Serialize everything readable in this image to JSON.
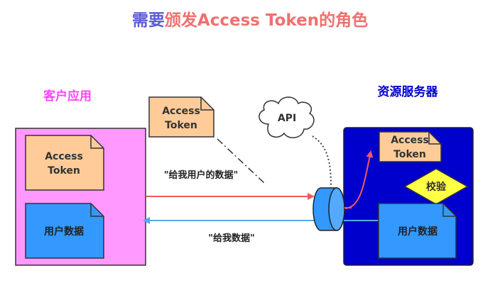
{
  "title": {
    "part1": "需要",
    "part2": "颁发Access Token的角色"
  },
  "client": {
    "label": "客户应用",
    "token_line1": "Access",
    "token_line2": "Token",
    "data_label": "用户数据"
  },
  "floating_token": {
    "line1": "Access",
    "line2": "Token"
  },
  "api": {
    "label": "API"
  },
  "server": {
    "label": "资源服务器",
    "token_line1": "Access",
    "token_line2": "Token",
    "verify_label": "校验",
    "data_label": "用户数据"
  },
  "arrows": {
    "request_label": "\"给我用户的数据\"",
    "response_label": "\"给我数据\""
  },
  "colors": {
    "title_part1": "#5b5bd6",
    "title_part2": "#f07070",
    "client_label": "#ff44ff",
    "client_box": "#ff99ff",
    "token_fill": "#ffcc99",
    "data_fill": "#3399ff",
    "server_box": "#0000cc",
    "server_label": "#0000cc",
    "verify_fill": "#ffff44",
    "request_arrow": "#f05a5a",
    "response_arrow": "#55aaee"
  }
}
